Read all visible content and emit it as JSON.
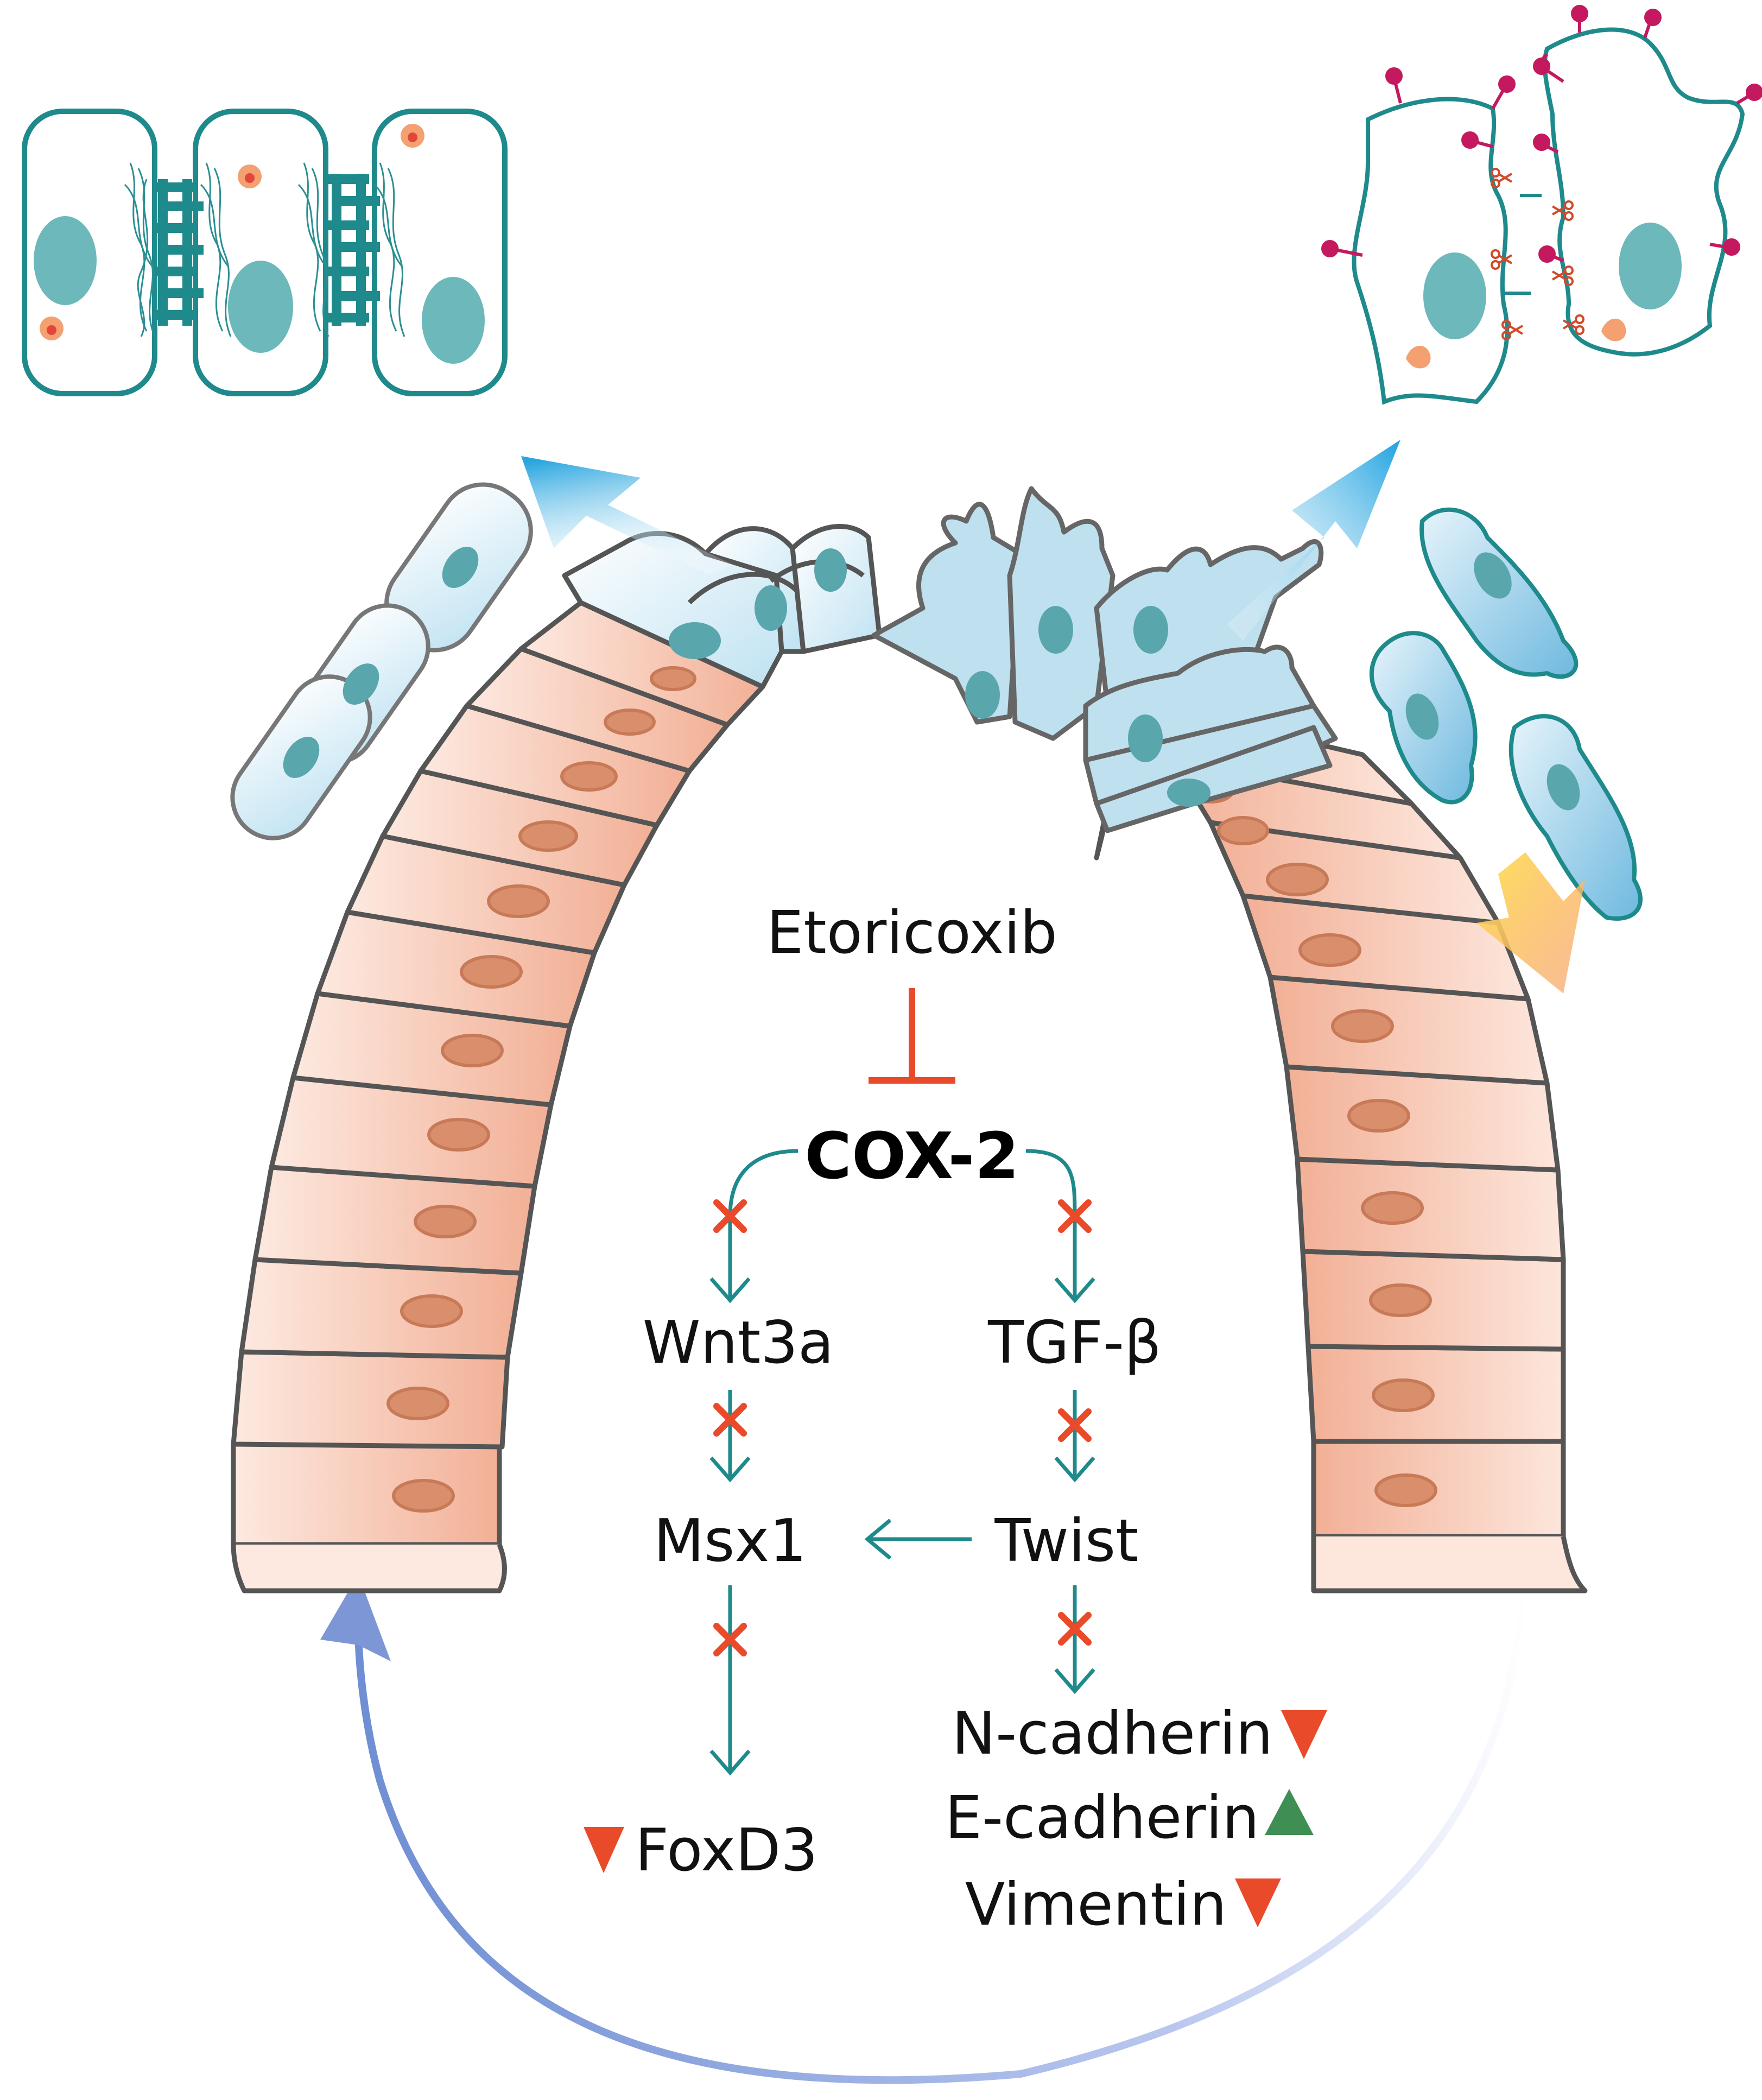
{
  "drug": "Etoricoxib",
  "target": "COX-2",
  "pathway_left": {
    "upstream": "Wnt3a",
    "middle": "Msx1",
    "output": "FoxD3"
  },
  "pathway_right": {
    "upstream": "TGF-β",
    "middle": "Twist"
  },
  "markers": [
    {
      "label": "N-cadherin",
      "direction": "down",
      "color": "#e84a2a"
    },
    {
      "label": "E-cadherin",
      "direction": "up",
      "color": "#3f8f55"
    },
    {
      "label": "Vimentin",
      "direction": "down",
      "color": "#e84a2a"
    }
  ],
  "foxd3_direction": "down",
  "colors": {
    "teal": "#1f8a8c",
    "inhibit": "#e84a2a",
    "epithelium": "#f5b49c",
    "mesenchymal": "#bfe0ef",
    "cycle_arrow": "#7d97d6"
  }
}
